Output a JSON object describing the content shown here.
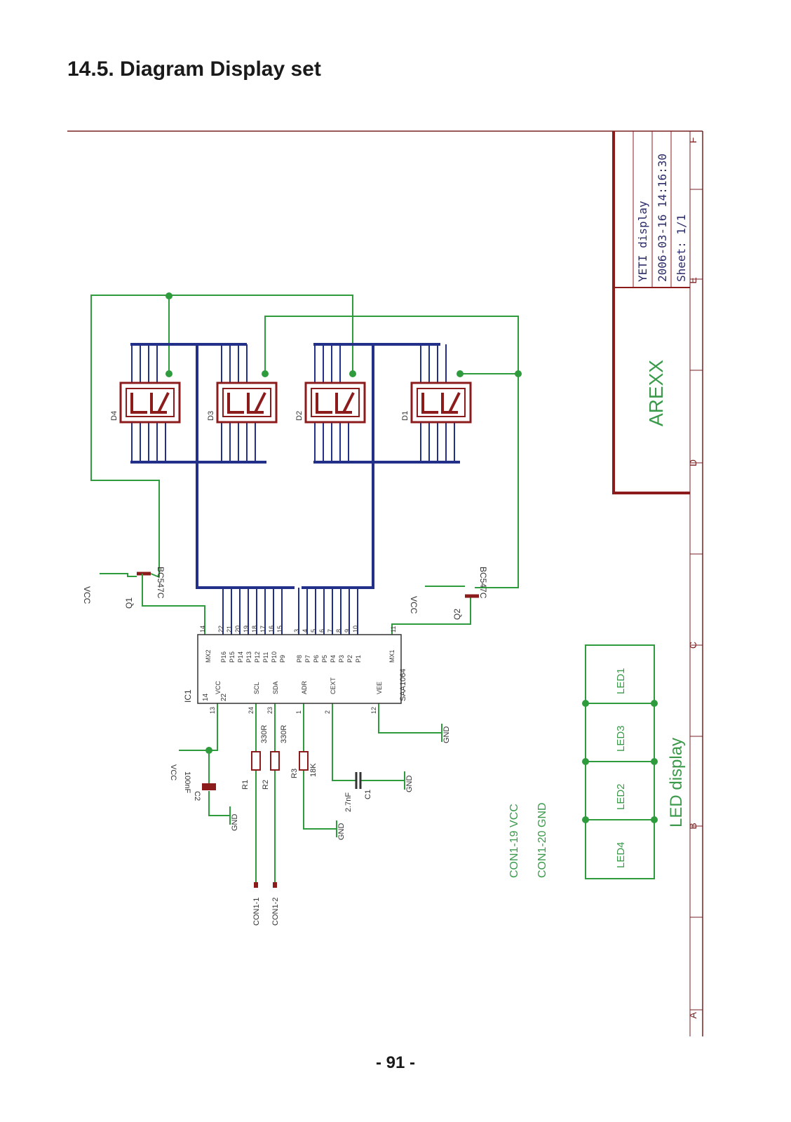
{
  "heading": "14.5. Diagram Display set",
  "page_number": "- 91 -",
  "title_block": {
    "name": "YETI display",
    "datetime": "2006-03-16 14:16:30",
    "sheet": "Sheet: 1/1",
    "company": "AREXX",
    "zone_labels": [
      "F",
      "E",
      "D",
      "C",
      "B",
      "A"
    ]
  },
  "displays": [
    {
      "ref": "D4"
    },
    {
      "ref": "D3"
    },
    {
      "ref": "D2"
    },
    {
      "ref": "D1"
    }
  ],
  "transistors": [
    {
      "ref": "Q1",
      "part": "BC547C",
      "supply": "VCC"
    },
    {
      "ref": "Q2",
      "part": "BC547C",
      "supply": "VCC"
    }
  ],
  "ic": {
    "ref": "IC1",
    "part": "SAA1064",
    "pin_names": [
      "MX2",
      "P16",
      "P15",
      "P14",
      "P13",
      "P12",
      "P11",
      "P10",
      "P9",
      "P8",
      "P7",
      "P6",
      "P5",
      "P4",
      "P3",
      "P2",
      "P1",
      "MX1"
    ],
    "pin_numbers": [
      "14",
      "22",
      "21",
      "20",
      "19",
      "18",
      "17",
      "16",
      "15",
      "3",
      "4",
      "5",
      "6",
      "7",
      "8",
      "9",
      "10",
      "11"
    ],
    "left_signals": [
      "VCC",
      "SCL",
      "SDA",
      "ADR",
      "CEXT",
      "VEE"
    ],
    "left_pins": [
      "13",
      "24",
      "23",
      "1",
      "2",
      "12"
    ]
  },
  "passives": {
    "c2": {
      "ref": "C2",
      "value": "100nF",
      "supply": "VCC",
      "ground": "GND"
    },
    "r1": {
      "ref": "R1",
      "value": "330R"
    },
    "r2": {
      "ref": "R2",
      "value": "330R"
    },
    "r3": {
      "ref": "R3",
      "value": "18K",
      "ground": "GND"
    },
    "c1": {
      "ref": "C1",
      "value": "2.7nF",
      "ground": "GND"
    },
    "vee_ground": "GND"
  },
  "connectors": [
    "CON1-1",
    "CON1-2"
  ],
  "supply_notes": [
    "CON1-19 VCC",
    "CON1-20 GND"
  ],
  "leds": [
    "LED1",
    "LED3",
    "LED2",
    "LED4"
  ],
  "led_title": "LED display",
  "colors": {
    "wire": "#2e9b3c",
    "bus": "#22308a",
    "component": "#8c1c1c",
    "text": "#333333"
  }
}
